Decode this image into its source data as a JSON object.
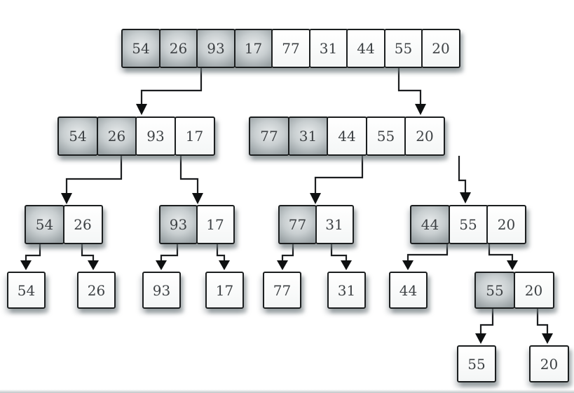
{
  "diagram": {
    "colors": {
      "shaded_cell": "#9aa2a5",
      "cell_border": "#1b1e1f",
      "arrow": "#0e1011"
    },
    "nodes": [
      {
        "cells": [
          {
            "value": "54",
            "shaded": true
          },
          {
            "value": "26",
            "shaded": true
          },
          {
            "value": "93",
            "shaded": true
          },
          {
            "value": "17",
            "shaded": true
          },
          {
            "value": "77",
            "shaded": false
          },
          {
            "value": "31",
            "shaded": false
          },
          {
            "value": "44",
            "shaded": false
          },
          {
            "value": "55",
            "shaded": false
          },
          {
            "value": "20",
            "shaded": false
          }
        ]
      },
      {
        "cells": [
          {
            "value": "54",
            "shaded": true
          },
          {
            "value": "26",
            "shaded": true
          },
          {
            "value": "93",
            "shaded": false
          },
          {
            "value": "17",
            "shaded": false
          }
        ]
      },
      {
        "cells": [
          {
            "value": "77",
            "shaded": true
          },
          {
            "value": "31",
            "shaded": true
          },
          {
            "value": "44",
            "shaded": false
          },
          {
            "value": "55",
            "shaded": false
          },
          {
            "value": "20",
            "shaded": false
          }
        ]
      },
      {
        "cells": [
          {
            "value": "54",
            "shaded": true
          },
          {
            "value": "26",
            "shaded": false
          }
        ]
      },
      {
        "cells": [
          {
            "value": "93",
            "shaded": true
          },
          {
            "value": "17",
            "shaded": false
          }
        ]
      },
      {
        "cells": [
          {
            "value": "77",
            "shaded": true
          },
          {
            "value": "31",
            "shaded": false
          }
        ]
      },
      {
        "cells": [
          {
            "value": "44",
            "shaded": true
          },
          {
            "value": "55",
            "shaded": false
          },
          {
            "value": "20",
            "shaded": false
          }
        ]
      },
      {
        "cells": [
          {
            "value": "54",
            "shaded": false
          }
        ]
      },
      {
        "cells": [
          {
            "value": "26",
            "shaded": false
          }
        ]
      },
      {
        "cells": [
          {
            "value": "93",
            "shaded": false
          }
        ]
      },
      {
        "cells": [
          {
            "value": "17",
            "shaded": false
          }
        ]
      },
      {
        "cells": [
          {
            "value": "77",
            "shaded": false
          }
        ]
      },
      {
        "cells": [
          {
            "value": "31",
            "shaded": false
          }
        ]
      },
      {
        "cells": [
          {
            "value": "44",
            "shaded": false
          }
        ]
      },
      {
        "cells": [
          {
            "value": "55",
            "shaded": true
          },
          {
            "value": "20",
            "shaded": false
          }
        ]
      },
      {
        "cells": [
          {
            "value": "55",
            "shaded": false
          }
        ]
      },
      {
        "cells": [
          {
            "value": "20",
            "shaded": false
          }
        ]
      }
    ]
  }
}
